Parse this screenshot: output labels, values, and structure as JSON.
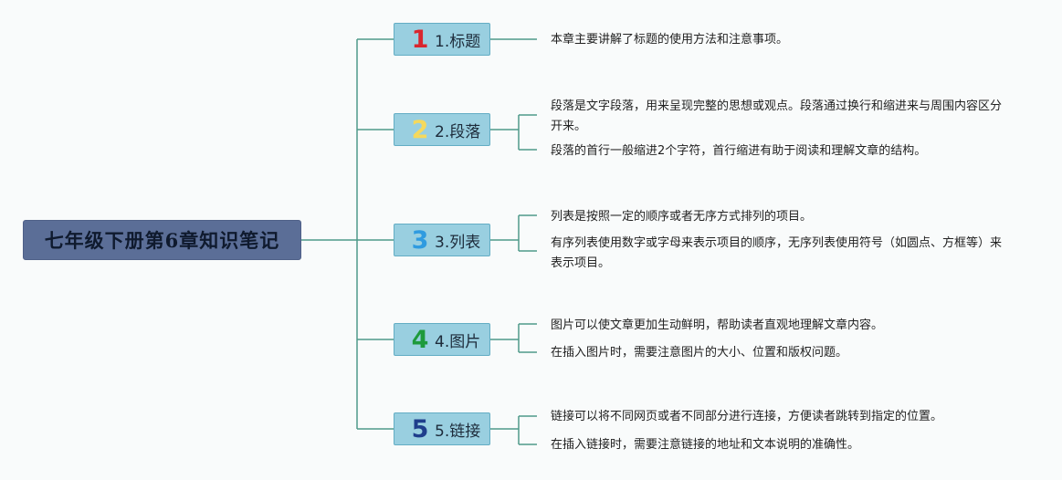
{
  "root": {
    "label": "七年级下册第6章知识笔记"
  },
  "colors": {
    "line": "#4f9a8a",
    "node_fill": "#99cfe0",
    "root_fill": "#5b6e97"
  },
  "branches": [
    {
      "number": "1",
      "number_color": "#d9262e",
      "label": "1.标题",
      "notes": [
        "本章主要讲解了标题的使用方法和注意事项。"
      ]
    },
    {
      "number": "2",
      "number_color": "#f5d95c",
      "label": "2.段落",
      "notes": [
        "段落是文字段落，用来呈现完整的思想或观点。段落通过换行和缩进来与周围内容区分开来。",
        "段落的首行一般缩进2个字符，首行缩进有助于阅读和理解文章的结构。"
      ]
    },
    {
      "number": "3",
      "number_color": "#2f9be0",
      "label": "3.列表",
      "notes": [
        "列表是按照一定的顺序或者无序方式排列的项目。",
        "有序列表使用数字或字母来表示项目的顺序，无序列表使用符号（如圆点、方框等）来表示项目。"
      ]
    },
    {
      "number": "4",
      "number_color": "#1e9a3c",
      "label": "4.图片",
      "notes": [
        "图片可以使文章更加生动鲜明，帮助读者直观地理解文章内容。",
        "在插入图片时，需要注意图片的大小、位置和版权问题。"
      ]
    },
    {
      "number": "5",
      "number_color": "#1f3e8c",
      "label": "5.链接",
      "notes": [
        "链接可以将不同网页或者不同部分进行连接，方便读者跳转到指定的位置。",
        "在插入链接时，需要注意链接的地址和文本说明的准确性。"
      ]
    }
  ]
}
